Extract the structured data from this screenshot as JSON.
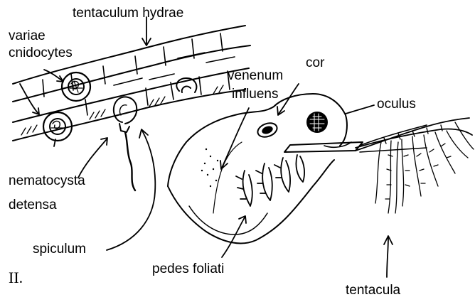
{
  "labels": {
    "tentaculum_hydrae": "tentaculum hydrae",
    "variae": "variae",
    "cnidocytes": "cnidocytes",
    "venenum": "venenum",
    "influens": "influens",
    "cor": "cor",
    "oculus": "oculus",
    "nematocysta": "nematocysta",
    "detensa": "detensa",
    "spiculum": "spiculum",
    "pedes_foliati": "pedes foliati",
    "tentacula": "tentacula",
    "panel_number": "II."
  },
  "colors": {
    "ink": "#000000",
    "paper": "#ffffff"
  }
}
